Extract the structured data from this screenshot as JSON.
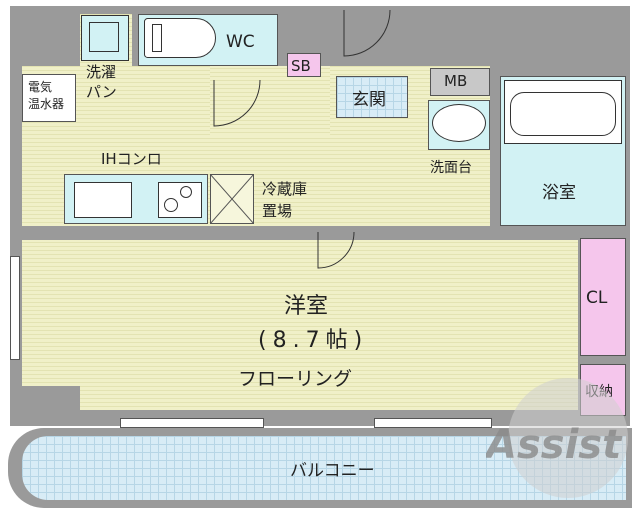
{
  "rooms": {
    "washer": "洗濯\nパン",
    "water_heater": "電気\n温水器",
    "wc": "WC",
    "sb": "SB",
    "entrance": "玄関",
    "mb": "MB",
    "washbasin": "洗面台",
    "bathroom": "浴室",
    "ih_stove": "IHコンロ",
    "fridge_space": "冷蔵庫\n置場",
    "western_room": "洋室",
    "western_room_size": "(8.7帖)",
    "flooring": "フローリング",
    "closet": "CL",
    "storage": "収納",
    "balcony": "バルコニー"
  },
  "watermark": "Assist",
  "colors": {
    "wall": "#9a9a9a",
    "floor_yellow": "#f0f0c8",
    "wet_area_cyan": "#d2f2f4",
    "closet_pink": "#f5c6ec",
    "tile_blue": "#d8ecf6"
  }
}
